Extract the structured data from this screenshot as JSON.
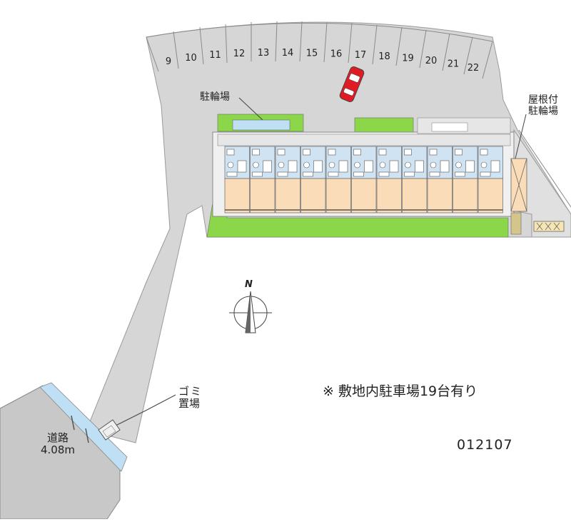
{
  "parking_slots": [
    "9",
    "10",
    "11",
    "12",
    "13",
    "14",
    "15",
    "16",
    "17",
    "18",
    "19",
    "20",
    "21",
    "22"
  ],
  "labels": {
    "bicycle_parking": "駐輪場",
    "roofed_bicycle_parking_line1": "屋根付",
    "roofed_bicycle_parking_line2": "駐輪場",
    "garbage_line1": "ゴミ",
    "garbage_line2": "置場",
    "road_line1": "道路",
    "road_line2": "4.08m",
    "compass": "N"
  },
  "notes": {
    "parking_note": "※ 敷地内駐車場19台有り",
    "property_code": "012107"
  },
  "unit_count": 11,
  "colors": {
    "lot": "#d6d6d6",
    "lot_outline": "#9a9a9a",
    "building_outline": "#888888",
    "unit_floor": "#fbdcb8",
    "wet_area": "#cfe3f2",
    "grass": "#8cd64a",
    "road_edge": "#bfe0f4",
    "car": "#e11b24",
    "dark": "#333333"
  }
}
